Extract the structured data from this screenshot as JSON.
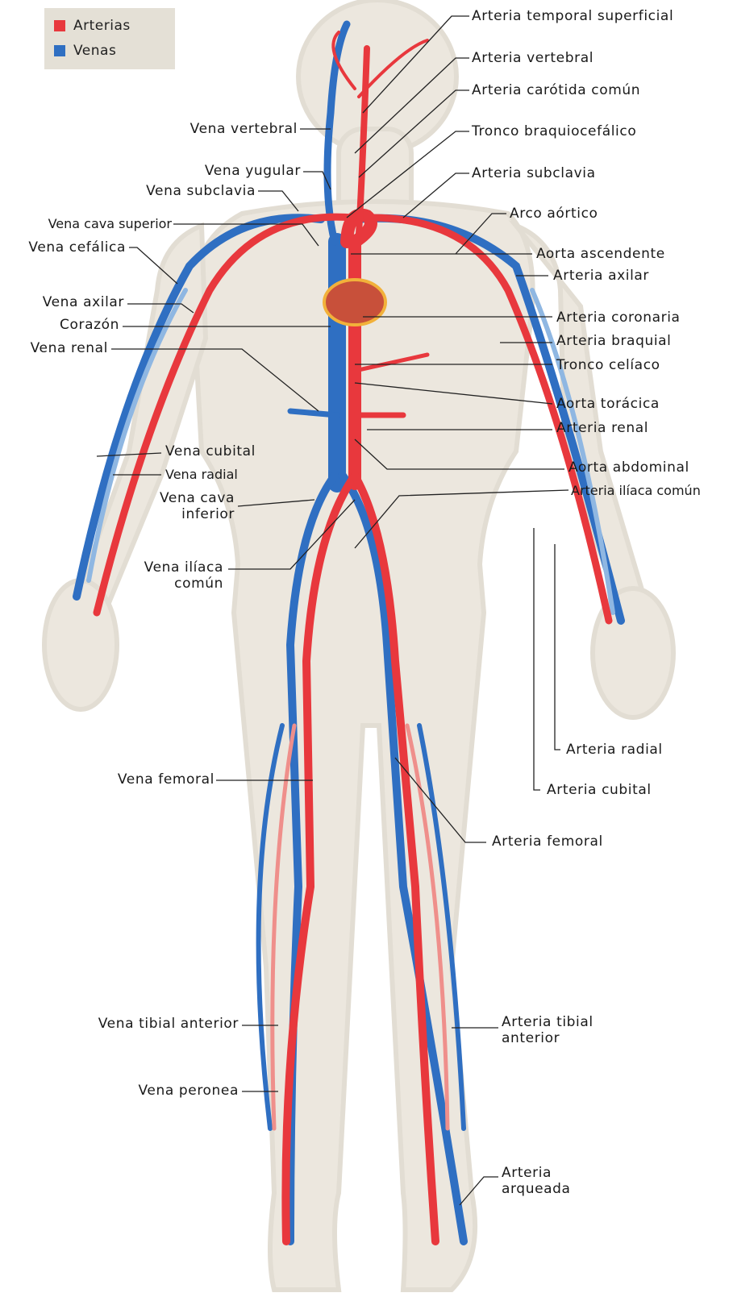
{
  "colors": {
    "artery": "#e8383d",
    "artery_light": "#ef8f8b",
    "vein": "#2f6fc2",
    "vein_light": "#8fb7e2",
    "body": "#ece7de",
    "heart": "#c8503a"
  },
  "legend": {
    "arteries": {
      "label": "Arterias",
      "color": "#e8383d"
    },
    "veins": {
      "label": "Venas",
      "color": "#2f6fc2"
    }
  },
  "labels": {
    "arteria_temporal_superficial": "Arteria temporal superficial",
    "arteria_vertebral": "Arteria vertebral",
    "arteria_carotida_comun": "Arteria carótida común",
    "tronco_braquiocefalico": "Tronco braquiocefálico",
    "arteria_subclavia": "Arteria subclavia",
    "arco_aortico": "Arco aórtico",
    "aorta_ascendente": "Aorta ascendente",
    "arteria_axilar": "Arteria axilar",
    "arteria_coronaria": "Arteria coronaria",
    "arteria_braquial": "Arteria braquial",
    "tronco_celiaco": "Tronco celíaco",
    "aorta_toracica": "Aorta torácica",
    "arteria_renal": "Arteria renal",
    "aorta_abdominal": "Aorta abdominal",
    "arteria_iliaca_comun": "Arteria ilíaca común",
    "arteria_radial": "Arteria radial",
    "arteria_cubital": "Arteria cubital",
    "arteria_femoral": "Arteria femoral",
    "arteria_tibial_anterior": "Arteria tibial\nanterior",
    "arteria_arqueada": "Arteria\narqueada",
    "vena_vertebral": "Vena vertebral",
    "vena_yugular": "Vena yugular",
    "vena_subclavia": "Vena subclavia",
    "vena_cava_superior": "Vena cava superior",
    "vena_cefalica": "Vena cefálica",
    "vena_axilar": "Vena axilar",
    "corazon": "Corazón",
    "vena_renal": "Vena renal",
    "vena_cubital": "Vena cubital",
    "vena_radial": "Vena radial",
    "vena_cava_inferior": "Vena cava\ninferior",
    "vena_iliaca_comun": "Vena ilíaca\ncomún",
    "vena_femoral": "Vena femoral",
    "vena_tibial_anterior": "Vena tibial anterior",
    "vena_peronea": "Vena peronea"
  }
}
